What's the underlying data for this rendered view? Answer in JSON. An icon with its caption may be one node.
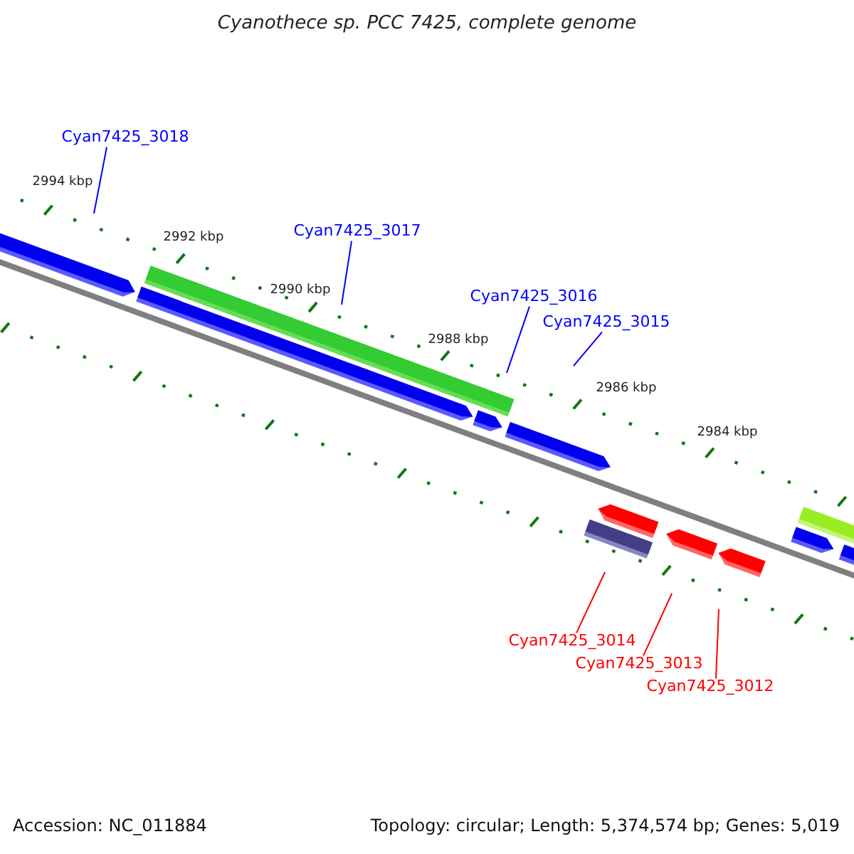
{
  "diagram": {
    "title": "Cyanothece sp. PCC 7425, complete genome",
    "nodes": [
      {
        "text": [
          "Cyan7425_3018"
        ]
      },
      {
        "text": [
          "Cyan7425_3017"
        ]
      },
      {
        "text": [
          "Cyan7425_3016"
        ]
      },
      {
        "text": [
          "Cyan7425_3015"
        ]
      },
      {
        "text": [
          "Cyan7425_3014"
        ]
      },
      {
        "text": [
          "Cyan7425_3013"
        ]
      },
      {
        "text": [
          "Cyan7425_3012"
        ]
      }
    ],
    "edges": [
      {
        "from": 0,
        "to": null,
        "arrow": "none"
      },
      {
        "from": 1,
        "to": null,
        "arrow": "none"
      },
      {
        "from": 2,
        "to": null,
        "arrow": "none"
      },
      {
        "from": 3,
        "to": null,
        "arrow": "none"
      },
      {
        "from": 4,
        "to": null,
        "arrow": "none",
        "color": "#ff0000"
      },
      {
        "from": 5,
        "to": null,
        "arrow": "none",
        "color": "#ff0000"
      },
      {
        "from": 6,
        "to": null,
        "arrow": "none",
        "color": "#ff0000"
      }
    ],
    "labels": [
      "2994 kbp",
      "2992 kbp",
      "2990 kbp",
      "2988 kbp",
      "2986 kbp",
      "2984 kbp",
      "Accession: NC_011884",
      "Topology: circular; Length: 5,374,574 bp; Genes: 5,019"
    ]
  }
}
